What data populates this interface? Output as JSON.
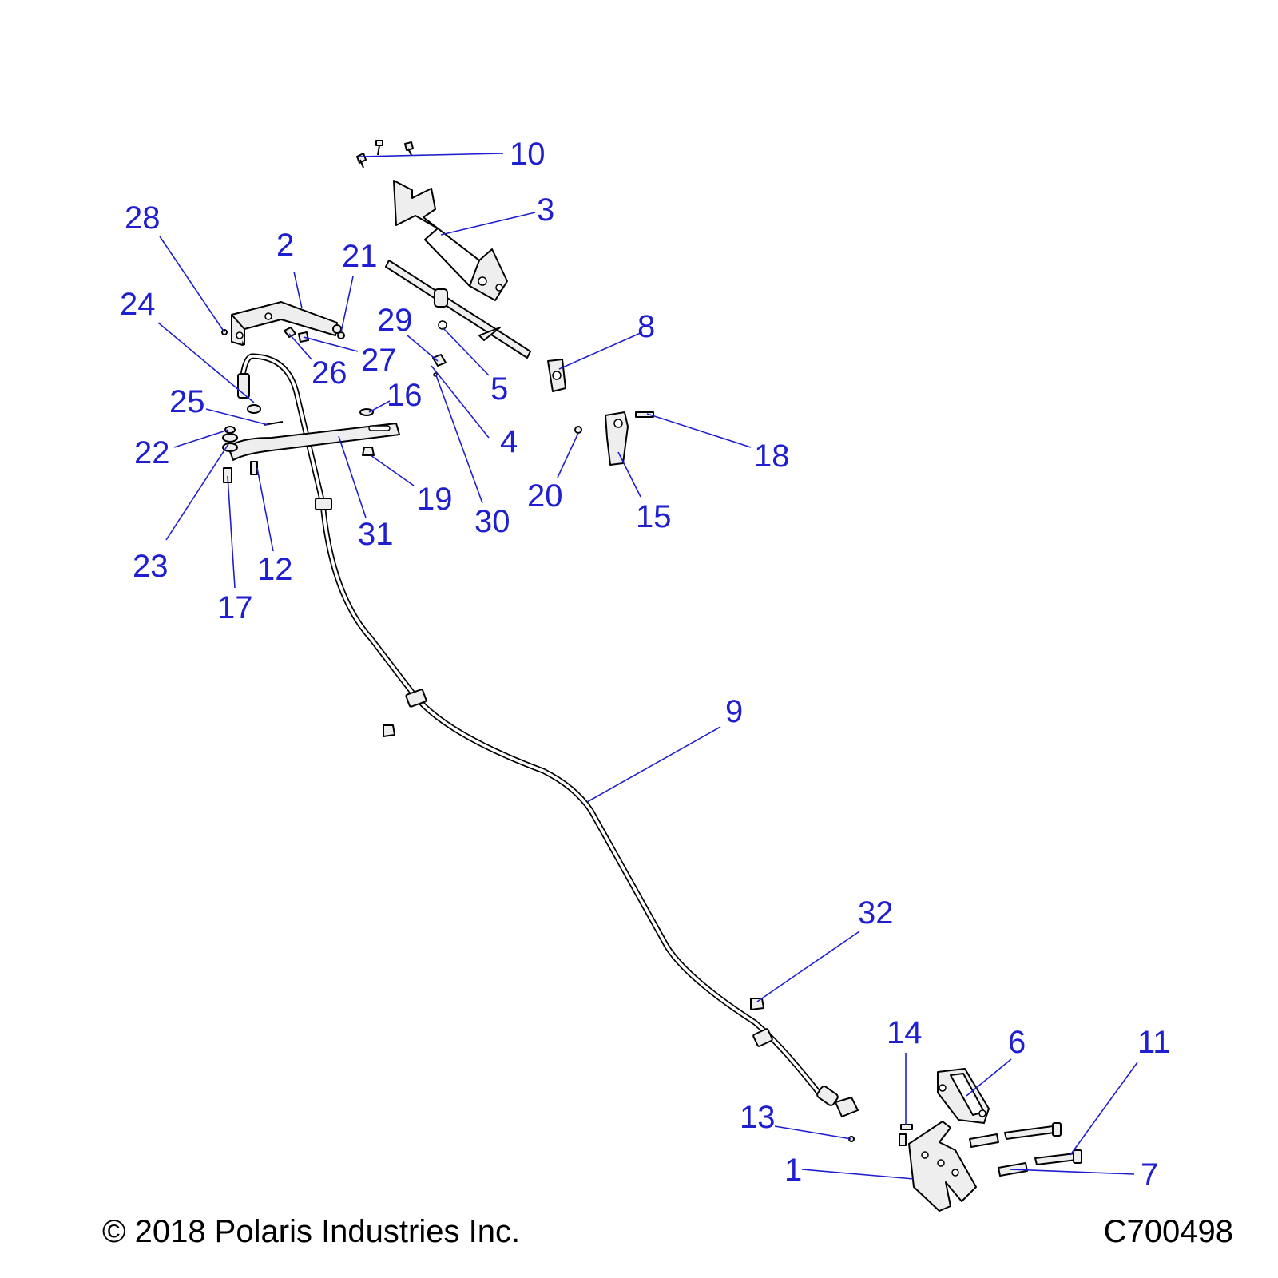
{
  "footer": {
    "copyright": "© 2018 Polaris Industries Inc.",
    "drawing_id": "C700498"
  },
  "callouts": [
    {
      "id": "c1",
      "label": "1"
    },
    {
      "id": "c2",
      "label": "2"
    },
    {
      "id": "c3",
      "label": "3"
    },
    {
      "id": "c4",
      "label": "4"
    },
    {
      "id": "c5",
      "label": "5"
    },
    {
      "id": "c6",
      "label": "6"
    },
    {
      "id": "c7",
      "label": "7"
    },
    {
      "id": "c8",
      "label": "8"
    },
    {
      "id": "c9",
      "label": "9"
    },
    {
      "id": "c10",
      "label": "10"
    },
    {
      "id": "c11",
      "label": "11"
    },
    {
      "id": "c12",
      "label": "12"
    },
    {
      "id": "c13",
      "label": "13"
    },
    {
      "id": "c14",
      "label": "14"
    },
    {
      "id": "c15",
      "label": "15"
    },
    {
      "id": "c16",
      "label": "16"
    },
    {
      "id": "c17",
      "label": "17"
    },
    {
      "id": "c18",
      "label": "18"
    },
    {
      "id": "c19",
      "label": "19"
    },
    {
      "id": "c20",
      "label": "20"
    },
    {
      "id": "c21",
      "label": "21"
    },
    {
      "id": "c22",
      "label": "22"
    },
    {
      "id": "c23",
      "label": "23"
    },
    {
      "id": "c24",
      "label": "24"
    },
    {
      "id": "c25",
      "label": "25"
    },
    {
      "id": "c26",
      "label": "26"
    },
    {
      "id": "c27",
      "label": "27"
    },
    {
      "id": "c28",
      "label": "28"
    },
    {
      "id": "c29",
      "label": "29"
    },
    {
      "id": "c30",
      "label": "30"
    },
    {
      "id": "c31",
      "label": "31"
    },
    {
      "id": "c32",
      "label": "32"
    }
  ],
  "colors": {
    "callout": "#1f1fd0",
    "line_art": "#000000",
    "part_fill": "#eeeeee",
    "background": "#ffffff"
  }
}
